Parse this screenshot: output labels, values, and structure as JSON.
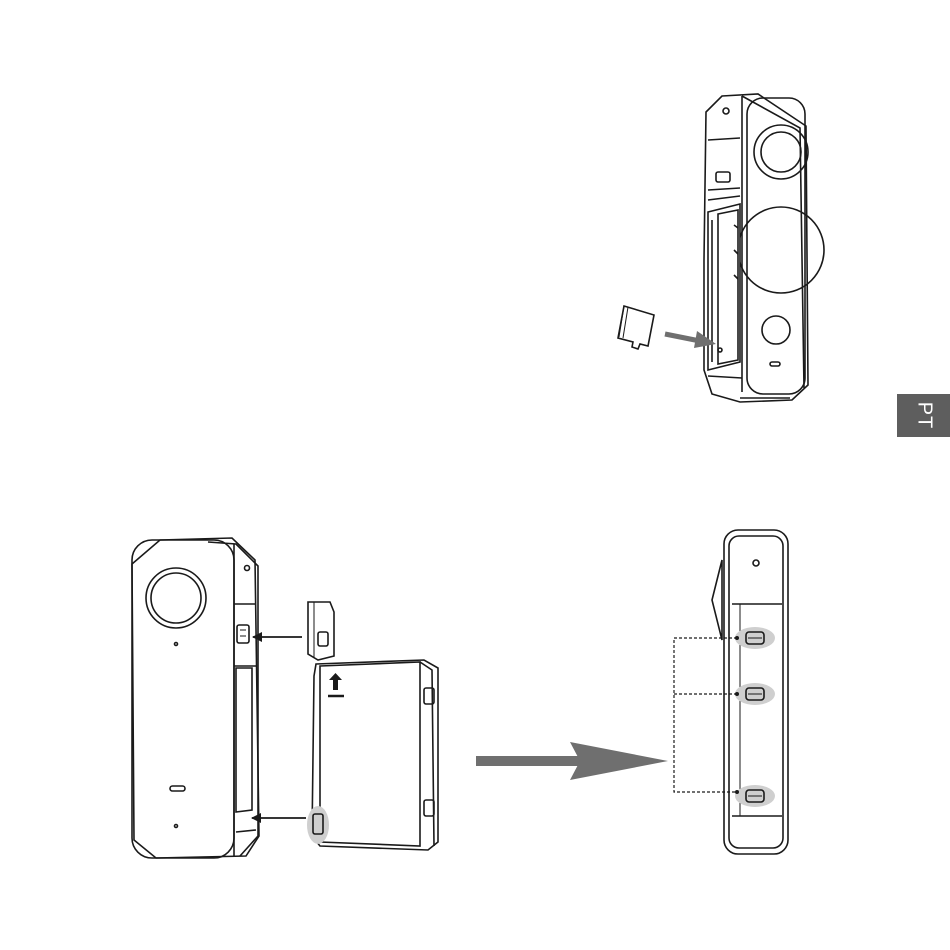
{
  "language_tab": {
    "label": "PT"
  },
  "colors": {
    "line": "#1a1a1a",
    "highlight": "#cfcfcf",
    "big_arrow": "#6f6f6f",
    "tab_bg": "#5e5e5e",
    "tab_text": "#ffffff"
  },
  "figures": [
    {
      "name": "sd-card-insertion",
      "icons": [
        "camera-back-icon",
        "sd-card-icon",
        "insert-arrow-icon"
      ]
    },
    {
      "name": "battery-and-lens-cover-install",
      "icons": [
        "camera-front-icon",
        "lens-cover-icon",
        "battery-icon",
        "arrow-icon"
      ]
    },
    {
      "name": "camera-side-latches",
      "icons": [
        "camera-side-icon",
        "latch-icon"
      ]
    }
  ]
}
